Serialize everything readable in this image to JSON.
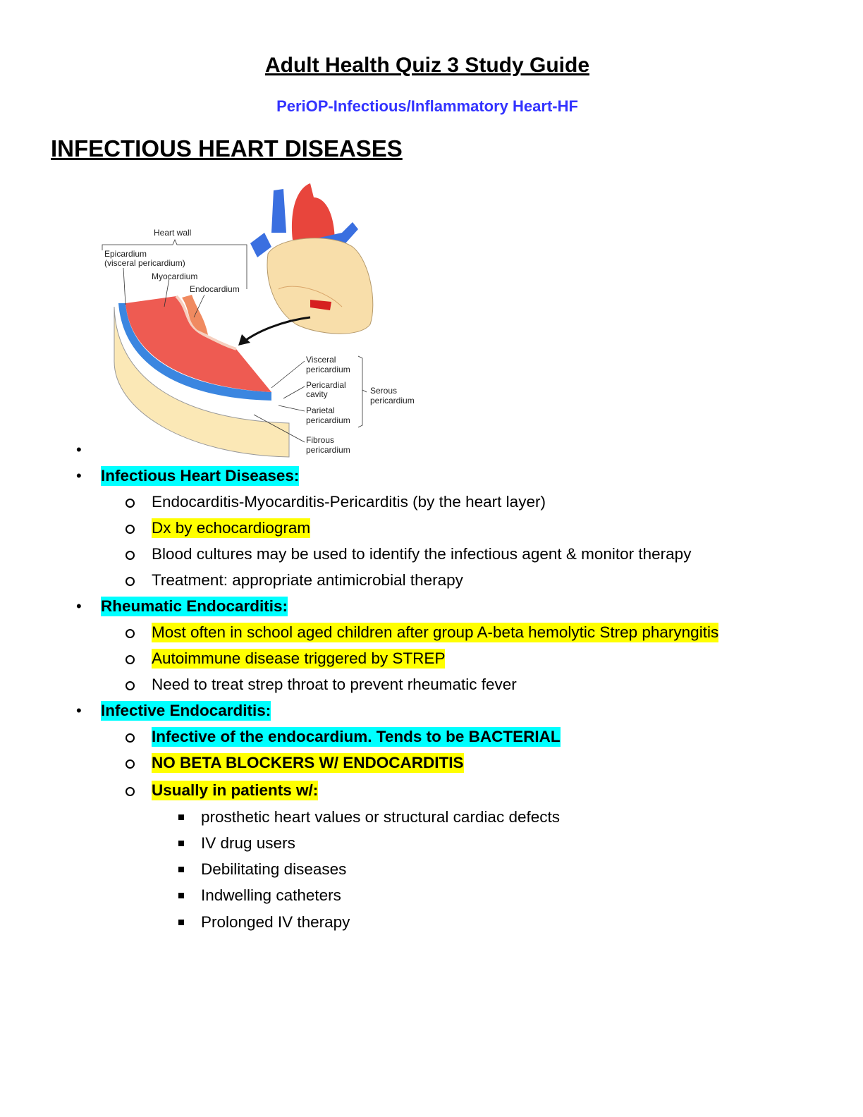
{
  "title": "Adult Health Quiz 3 Study Guide",
  "subtitle": "PeriOP-Infectious/Inflammatory Heart-HF",
  "heading": "INFECTIOUS HEART DISEASES",
  "diagram": {
    "heart_wall": "Heart wall",
    "epicardium": [
      "Epicardium",
      "(visceral pericardium)"
    ],
    "myocardium": "Myocardium",
    "endocardium": "Endocardium",
    "visceral": [
      "Visceral",
      "pericardium"
    ],
    "cavity": [
      "Pericardial",
      "cavity"
    ],
    "parietal": [
      "Parietal",
      "pericardium"
    ],
    "fibrous": [
      "Fibrous",
      "pericardium"
    ],
    "serous": [
      "Serous",
      "pericardium"
    ]
  },
  "colors": {
    "cyan_highlight": "#00ffff",
    "yellow_highlight": "#ffff00",
    "subtitle": "#3333ff"
  },
  "sections": [
    {
      "title": "Infectious Heart Diseases:",
      "items": [
        "Endocarditis-Myocarditis-Pericarditis (by the heart layer)",
        "Dx by echocardiogram",
        "Blood cultures may be used to identify the infectious agent & monitor therapy",
        "Treatment: appropriate antimicrobial therapy"
      ]
    },
    {
      "title": "Rheumatic Endocarditis:",
      "items": [
        "Most often in school aged children after group A-beta hemolytic Strep pharyngitis",
        "Autoimmune disease triggered by STREP",
        "Need to treat strep throat to prevent rheumatic fever"
      ]
    },
    {
      "title": "Infective Endocarditis:",
      "items": [
        "Infective of the endocardium. Tends to be BACTERIAL",
        "NO BETA BLOCKERS W/ ENDOCARDITIS",
        "Usually in patients w/:"
      ],
      "subitems": [
        "prosthetic heart values or structural cardiac defects",
        "IV drug users",
        "Debilitating diseases",
        "Indwelling catheters",
        "Prolonged IV therapy"
      ]
    }
  ]
}
